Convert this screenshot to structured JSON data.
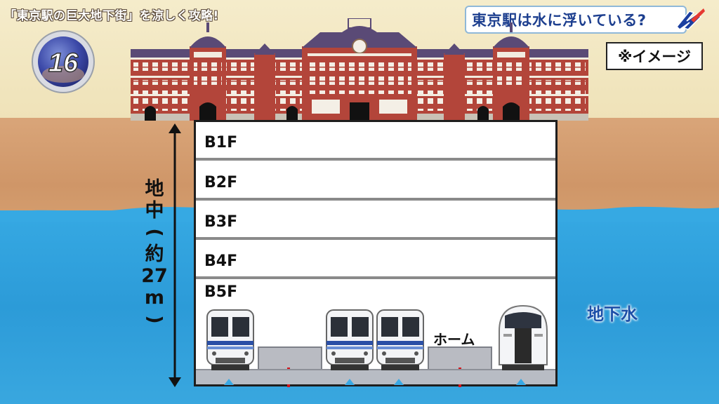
{
  "caption": "「東京駅の巨大地下街」を涼しく攻略!",
  "channel_number": "16",
  "title": "東京駅は水に浮いている?",
  "image_note": "※イメージ",
  "floors": [
    "B1F",
    "B2F",
    "B3F",
    "B4F",
    "B5F"
  ],
  "platform_label": "ホーム",
  "depth_label": [
    "地",
    "中",
    "(",
    "約",
    "27",
    "m",
    ")"
  ],
  "groundwater_label": "地下水",
  "colors": {
    "earth": "#d39d6e",
    "water": "#2c9bd8",
    "title_text": "#1d3f8f",
    "brick": "#b3453a",
    "roof": "#5a4a76"
  },
  "icons": [
    "channel-16-logo",
    "program-logo",
    "tokyo-station-building",
    "train-front",
    "double-headed-arrow"
  ]
}
